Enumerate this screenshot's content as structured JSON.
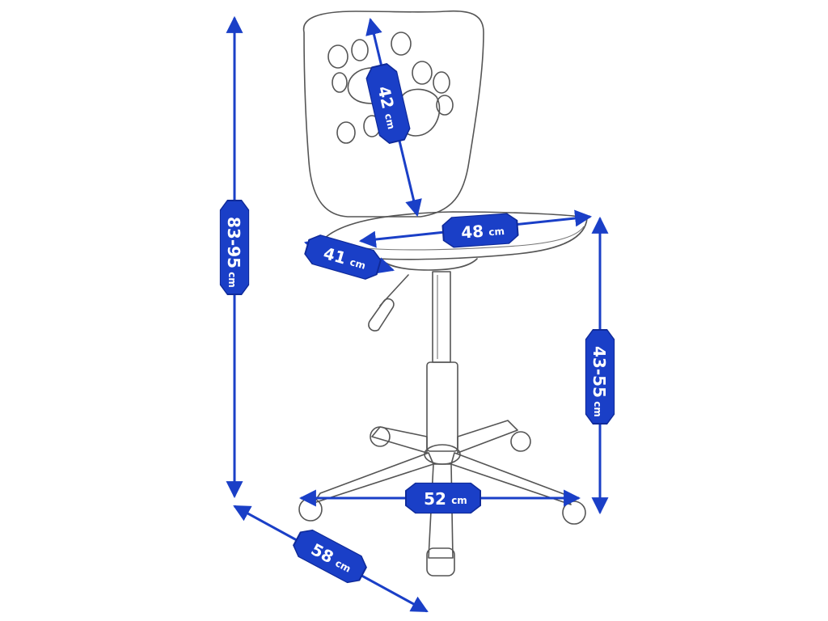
{
  "colors": {
    "accent": "#1a3fc7",
    "accent_stroke": "#0f2a99",
    "label_text": "#ffffff",
    "sketch": "#555555"
  },
  "dimensions": {
    "overall_height": {
      "value": "83-95",
      "unit": "cm"
    },
    "backrest_height": {
      "value": "42",
      "unit": "cm"
    },
    "seat_width": {
      "value": "48",
      "unit": "cm"
    },
    "seat_depth": {
      "value": "41",
      "unit": "cm"
    },
    "seat_height": {
      "value": "43-55",
      "unit": "cm"
    },
    "base_width": {
      "value": "52",
      "unit": "cm"
    },
    "base_depth": {
      "value": "58",
      "unit": "cm"
    }
  }
}
